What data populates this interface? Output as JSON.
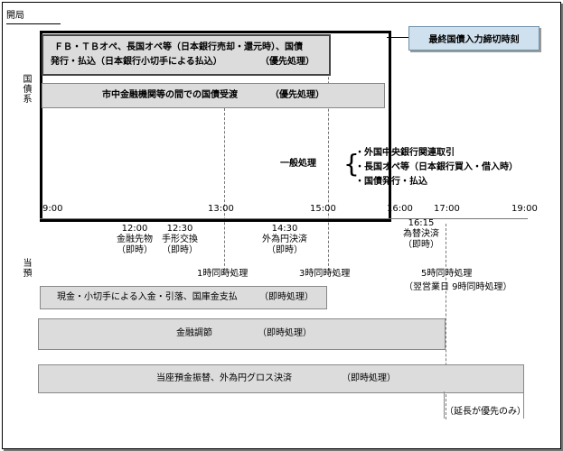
{
  "header": {
    "open_label": "開局"
  },
  "side_labels": {
    "kokusai": "国債系",
    "touyo": "当預"
  },
  "deadline_note": "最終国債入力締切時刻",
  "kokusai_bars": [
    {
      "line1": "ＦＢ・ＴＢオペ、長国オペ等（日本銀行売却・還元時）、国債",
      "line2": "発行・払込（日本銀行小切手による払込）",
      "priority": "（優先処理）"
    },
    {
      "line1": "市中金融機関等の間での国債受渡",
      "priority": "（優先処理）"
    }
  ],
  "general": {
    "label": "一般処理",
    "brace": "{",
    "items": [
      "・外国中央銀行関連取引",
      "・長国オペ等（日本銀行買入・借入時）",
      "・国債発行・払込"
    ]
  },
  "times_top": {
    "t900": "9:00",
    "t1300": "13:00",
    "t1500": "15:00",
    "t1600": "16:00",
    "t1700": "17:00",
    "t1900": "19:00"
  },
  "events": [
    {
      "time": "12:00",
      "line1": "金融先物",
      "line2": "（即時）"
    },
    {
      "time": "12:30",
      "line1": "手形交換",
      "line2": "（即時）"
    },
    {
      "time": "14:30",
      "line1": "外為円決済",
      "line2": "（即時）"
    },
    {
      "time": "16:15",
      "line1": "為替決済",
      "line2": "（即時）"
    }
  ],
  "processing": {
    "p1": "1時同時処理",
    "p3": "3時同時処理",
    "p5": "5時同時処理",
    "p9": "（翌営業日 9時同時処理）"
  },
  "touyo_bars": [
    {
      "label": "現金・小切手による入金・引落、国庫金支払",
      "priority": "（即時処理）"
    },
    {
      "label": "金融調節",
      "priority": "（即時処理）"
    },
    {
      "label": "当座預金振替、外為円グロス決済",
      "priority": "（即時処理）"
    }
  ],
  "extension_note": "（延長が優先のみ）"
}
